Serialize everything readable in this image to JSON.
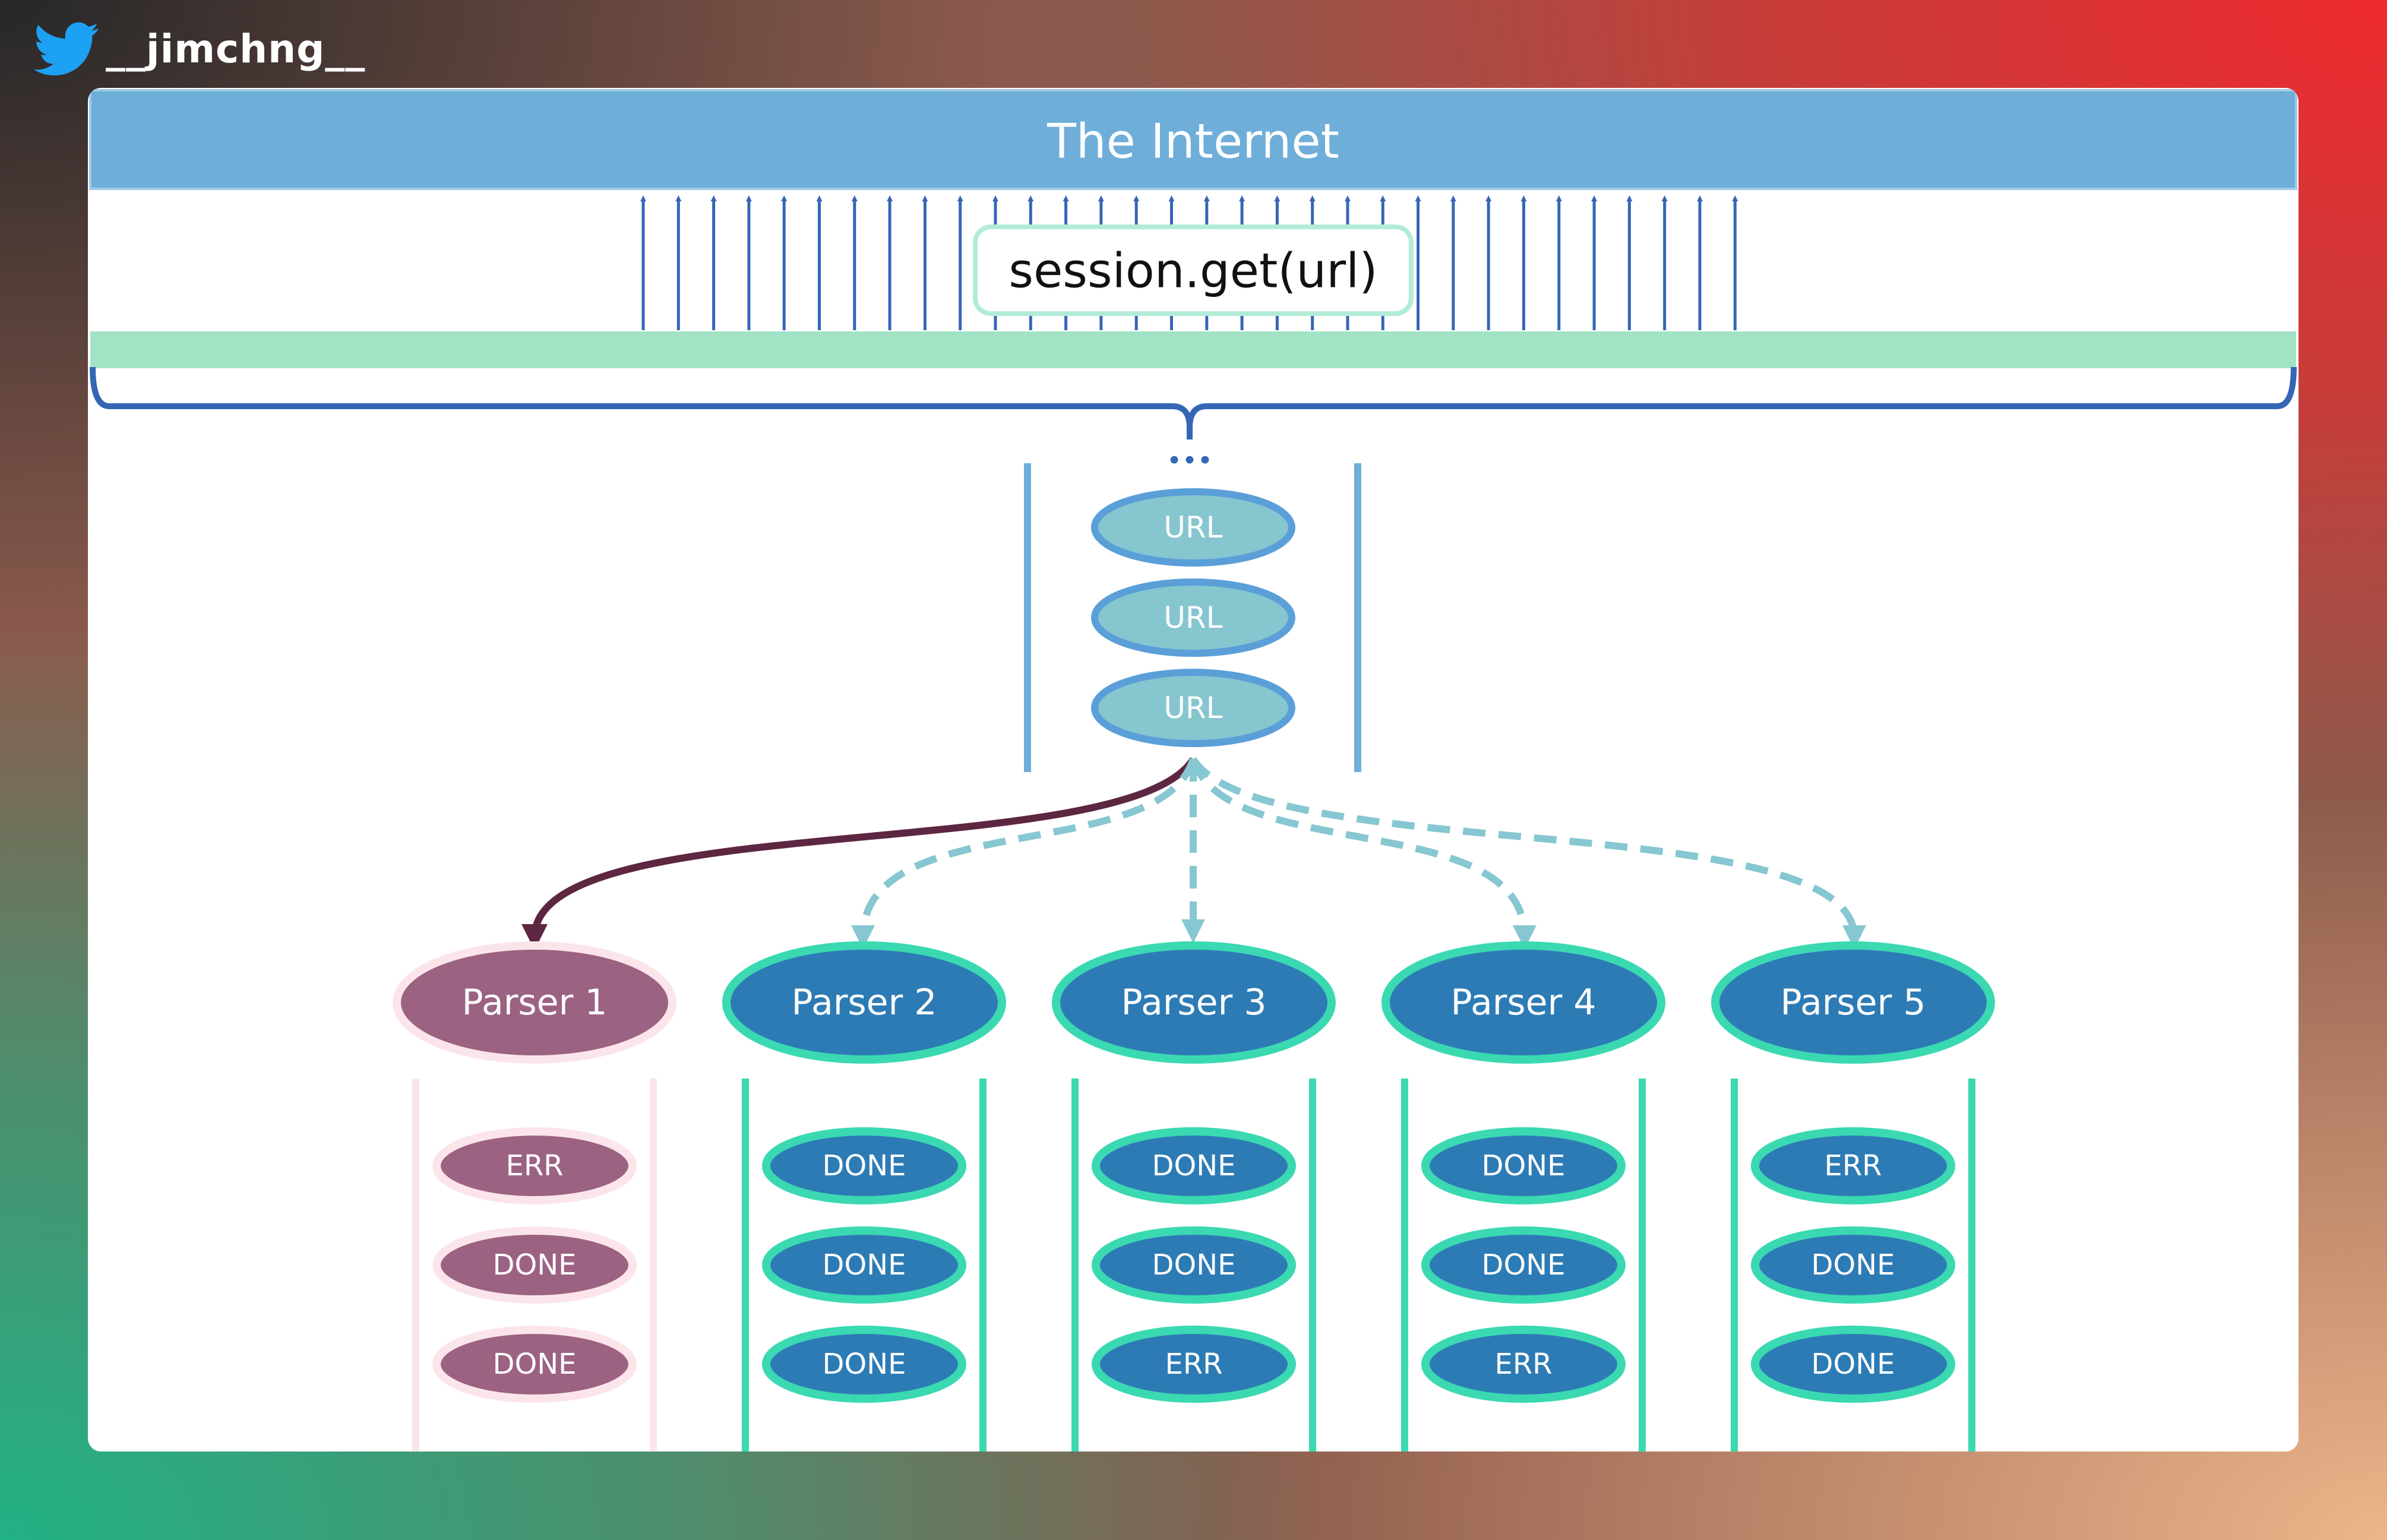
{
  "brand": {
    "icon": "twitter-bird-icon",
    "handle": "__jimchng__",
    "icon_color": "#1da1f2"
  },
  "diagram": {
    "internet_label": "The Internet",
    "request_label": "session.get(url)",
    "ellipsis_label": "•••",
    "queue_items": [
      "URL",
      "URL",
      "URL"
    ],
    "parsers": [
      {
        "label": "Parser 1",
        "state": "error",
        "results": [
          "ERR",
          "DONE",
          "DONE"
        ]
      },
      {
        "label": "Parser 2",
        "state": "ok",
        "results": [
          "DONE",
          "DONE",
          "DONE"
        ]
      },
      {
        "label": "Parser 3",
        "state": "ok",
        "results": [
          "DONE",
          "DONE",
          "ERR"
        ]
      },
      {
        "label": "Parser 4",
        "state": "ok",
        "results": [
          "DONE",
          "DONE",
          "ERR"
        ]
      },
      {
        "label": "Parser 5",
        "state": "ok",
        "results": [
          "ERR",
          "DONE",
          "DONE"
        ]
      }
    ],
    "colors": {
      "internet_bar": "#6eaed9",
      "session_bar": "#a3e3c5",
      "brace": "#3566b6",
      "url_fill": "#85c6cf",
      "url_stroke": "#5b9fd9",
      "parser_ok_fill": "#2d7bb5",
      "parser_ok_stroke": "#3ad9b2",
      "parser_err_fill": "#9c6281",
      "parser_err_stroke": "#fbe5ea",
      "active_arrow": "#5d2641",
      "dashed_arrow": "#86c7d1"
    }
  }
}
